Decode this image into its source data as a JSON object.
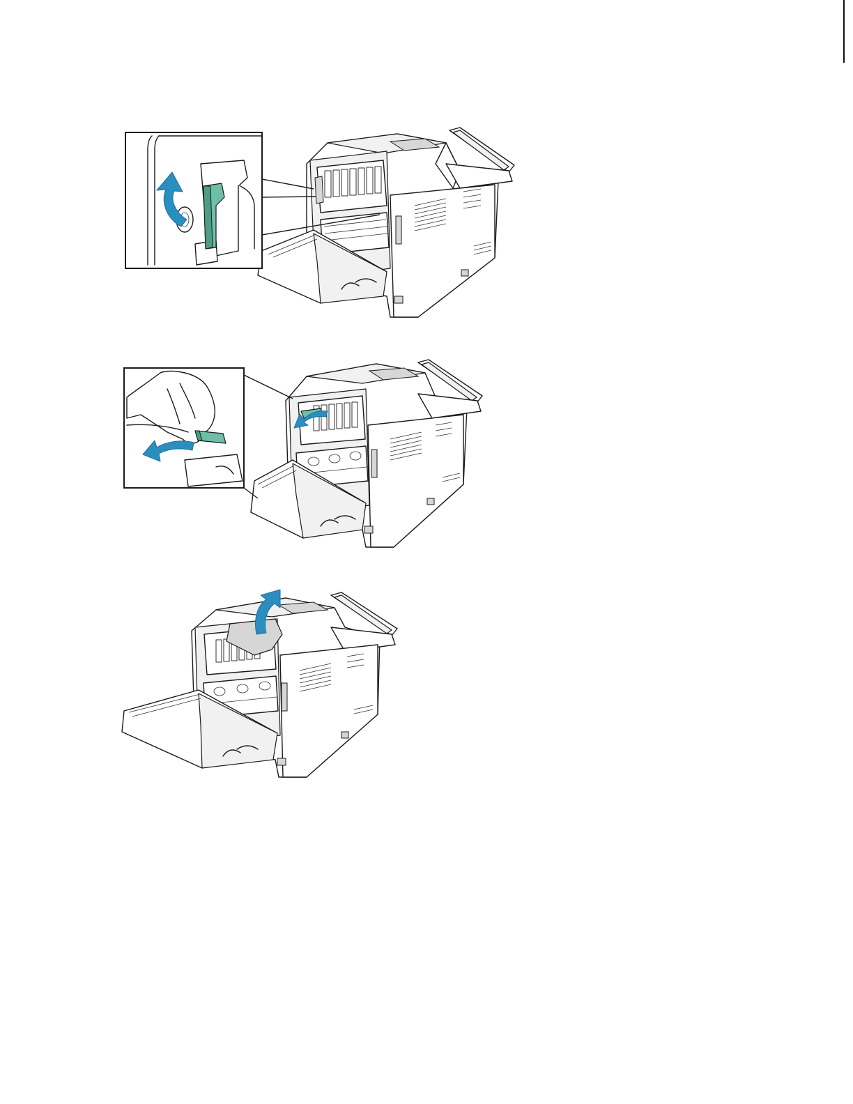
{
  "document": {
    "figures": [
      {
        "id": "step-release-fuser-lever",
        "icon": "green-lever",
        "arrow": "blue-curved-up-arrow"
      },
      {
        "id": "step-pull-green-tab",
        "icon": "green-tab",
        "arrow": "blue-curved-left-arrow"
      },
      {
        "id": "step-remove-jammed-paper",
        "icon": "jammed-paper",
        "arrow": "blue-curved-up-arrow"
      }
    ],
    "colors": {
      "accent_green": "#6fbfa7",
      "arrow_blue": "#2a8fc0",
      "paper_grey": "#d6d6d6",
      "line": "#1b1b1b"
    }
  }
}
